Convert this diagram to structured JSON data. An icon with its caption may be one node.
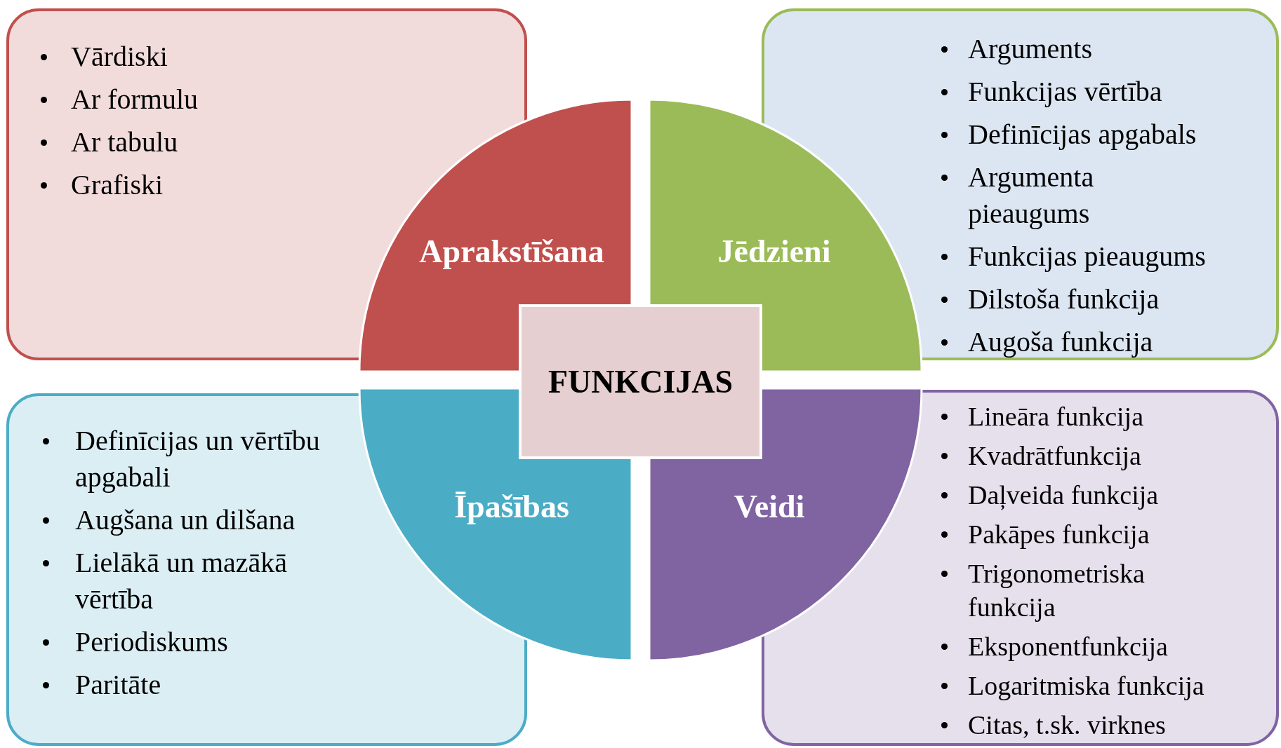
{
  "diagram": {
    "nodes": [
      {
        "text": [
          "Vārdiski",
          "Ar formulu",
          "Ar tabulu",
          "Grafiski"
        ]
      },
      {
        "text": [
          "Arguments",
          "Funkcijas vērtība",
          "Definīcijas apgabals",
          "Argumenta pieaugums",
          "Funkcijas pieaugums",
          "Dilstoša funkcija",
          "Augoša funkcija"
        ]
      },
      {
        "text": [
          "Aprakstīšana"
        ]
      },
      {
        "text": [
          "Jēdzieni"
        ]
      },
      {
        "text": [
          "FUNKCIJAS"
        ]
      },
      {
        "text": [
          "Īpašības"
        ]
      },
      {
        "text": [
          "Veidi"
        ]
      },
      {
        "text": [
          "Definīcijas un vērtību apgabali",
          "Augšana un dilšana",
          "Lielākā un mazākā vērtība",
          "Periodiskums",
          "Paritāte"
        ]
      },
      {
        "text": [
          "Lineāra funkcija",
          "Kvadrātfunkcija",
          "Daļveida funkcija",
          "Pakāpes funkcija",
          "Trigonometriska funkcija",
          "Eksponentfunkcija",
          "Logaritmiska funkcija",
          "Citas, t.sk. virknes"
        ]
      }
    ]
  }
}
